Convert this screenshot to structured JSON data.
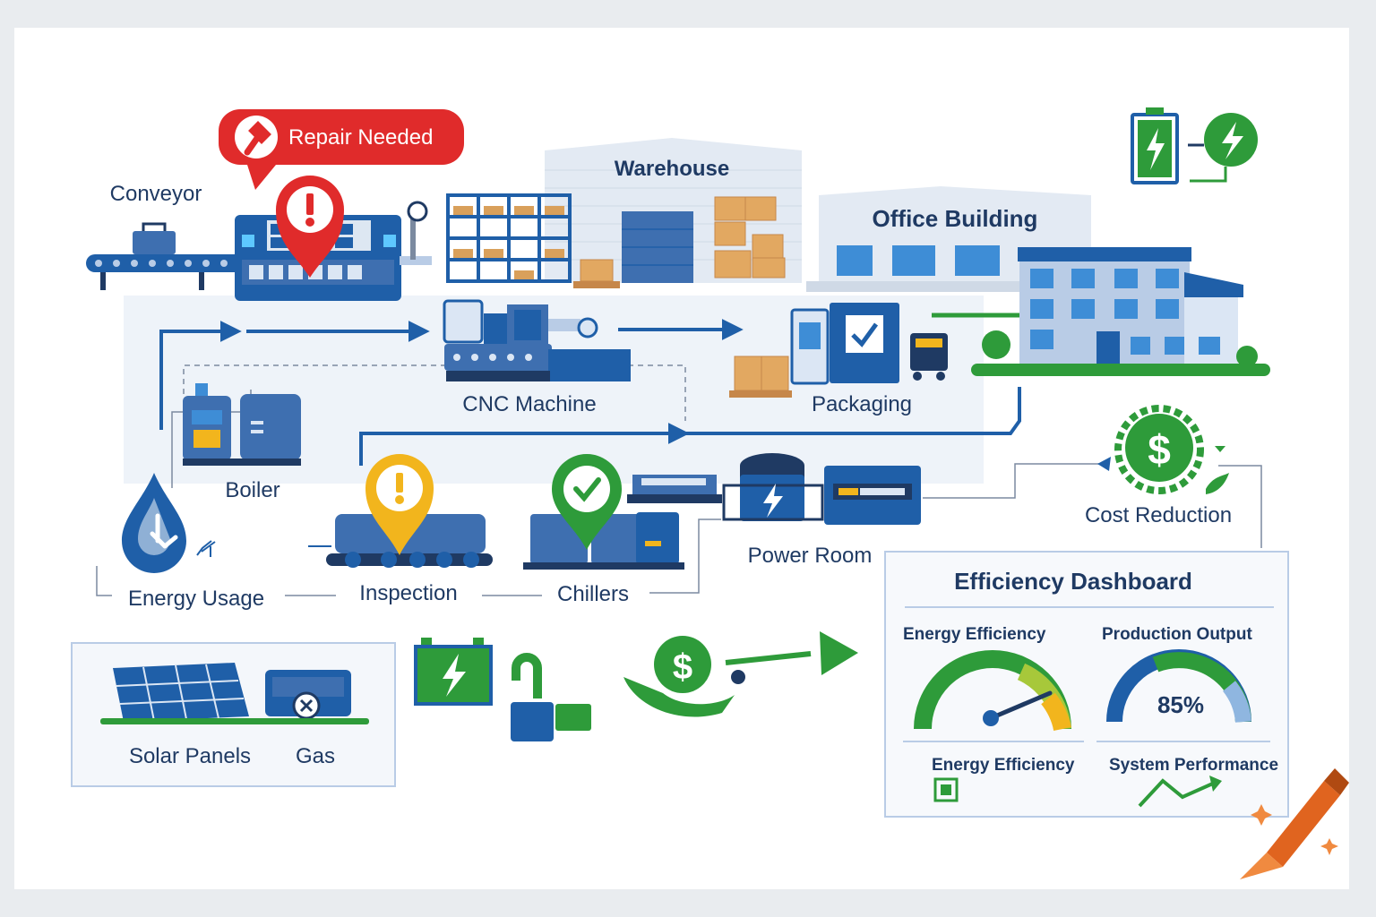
{
  "labels": {
    "repair_needed": "Repair Needed",
    "conveyor": "Conveyor",
    "warehouse": "Warehouse",
    "office_building": "Office Building",
    "cnc_machine": "CNC Machine",
    "packaging": "Packaging",
    "boiler": "Boiler",
    "energy_usage": "Energy Usage",
    "inspection": "Inspection",
    "chillers": "Chillers",
    "power_room": "Power Room",
    "cost_reduction": "Cost Reduction",
    "solar_panels": "Solar Panels",
    "gas": "Gas"
  },
  "dashboard": {
    "title": "Efficiency Dashboard",
    "energy_efficiency_label": "Energy Efficiency",
    "production_output_label": "Production Output",
    "production_output_value": "85%",
    "energy_efficiency_label_2": "Energy Efficiency",
    "system_performance_label": "System Performance"
  },
  "colors": {
    "primary_blue": "#1f5fa8",
    "dark_navy": "#1f3a63",
    "alert_red": "#e02b2b",
    "warning_yellow": "#f2b51d",
    "success_green": "#2e9b3a",
    "crayon_orange": "#e0641f"
  }
}
